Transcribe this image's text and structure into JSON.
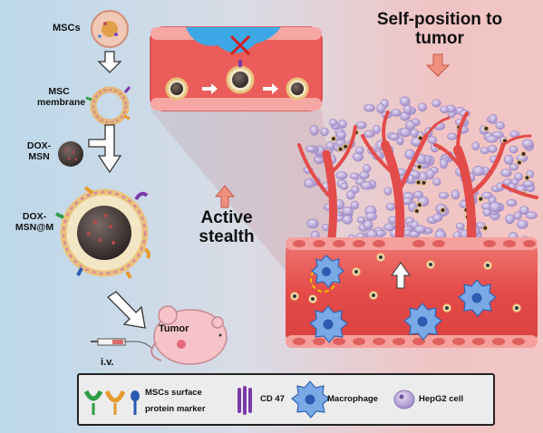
{
  "labels": {
    "mscs": "MSCs",
    "msc_membrane": "MSC\nmembrane",
    "dox_msn": "DOX-\nMSN",
    "dox_msn_m": "DOX-\nMSN@M",
    "tumor": "Tumor",
    "iv": "i.v.",
    "active_stealth": "Active\nstealth",
    "self_position": "Self-position to\ntumor"
  },
  "legend": {
    "surface_marker_line1": "MSCs surface",
    "surface_marker_line2": "protein marker",
    "cd47": "CD 47",
    "macrophage": "Macrophage",
    "hepg2": "HepG2 cell"
  },
  "colors": {
    "vessel_red": "#e8524f",
    "vessel_dark": "#c43b3a",
    "macrophage_blue": "#3a78c9",
    "tumor_cell_purple": "#b9a6d6",
    "arrow_red": "#e07060",
    "legend_bg": "#ececec"
  }
}
